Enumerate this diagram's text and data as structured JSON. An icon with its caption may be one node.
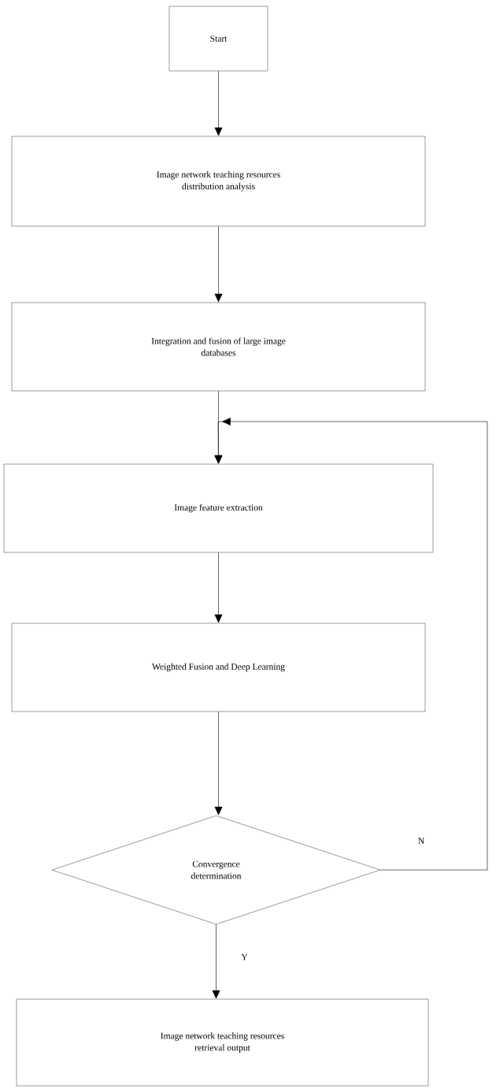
{
  "diagram": {
    "nodes": [
      {
        "text": [
          "Start"
        ]
      },
      {
        "text": [
          "Image network teaching resources distribution analysis"
        ]
      },
      {
        "text": [
          "Integration and fusion of large image databases"
        ]
      },
      {
        "text": [
          "Image feature extraction"
        ]
      },
      {
        "text": [
          "Weighted Fusion and Deep Learning"
        ]
      },
      {
        "text": [
          "Convergence determination"
        ]
      },
      {
        "text": [
          "Image network teaching resources retrieval output"
        ]
      }
    ],
    "edges": [
      {
        "from": 0,
        "to": 1,
        "arrow": "to"
      },
      {
        "from": 1,
        "to": 2,
        "arrow": "to"
      },
      {
        "from": 2,
        "to": 3,
        "arrow": "to"
      },
      {
        "from": 3,
        "to": 4,
        "arrow": "to"
      },
      {
        "from": 4,
        "to": 5,
        "arrow": "to"
      },
      {
        "from": 5,
        "to": 3,
        "arrow": "to",
        "label": "N"
      },
      {
        "from": 5,
        "to": 6,
        "arrow": "to",
        "label": "Y"
      }
    ]
  }
}
